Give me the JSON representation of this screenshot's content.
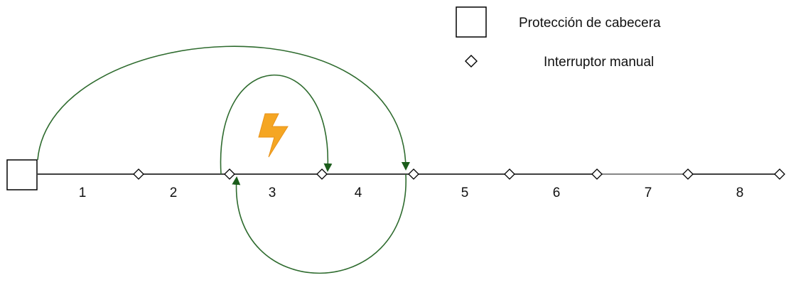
{
  "legend": {
    "header_protection_label": "Protección  de cabecera",
    "manual_switch_label": "Interruptor manual"
  },
  "segments": {
    "s1": "1",
    "s2": "2",
    "s3": "3",
    "s4": "4",
    "s5": "5",
    "s6": "6",
    "s7": "7",
    "s8": "8"
  },
  "fault_icon": "lightning-bolt-icon",
  "colors": {
    "line": "#000000",
    "arrows": "#2e6b2e",
    "arrowhead": "#1a5c1a",
    "fault": "#f5a623"
  }
}
